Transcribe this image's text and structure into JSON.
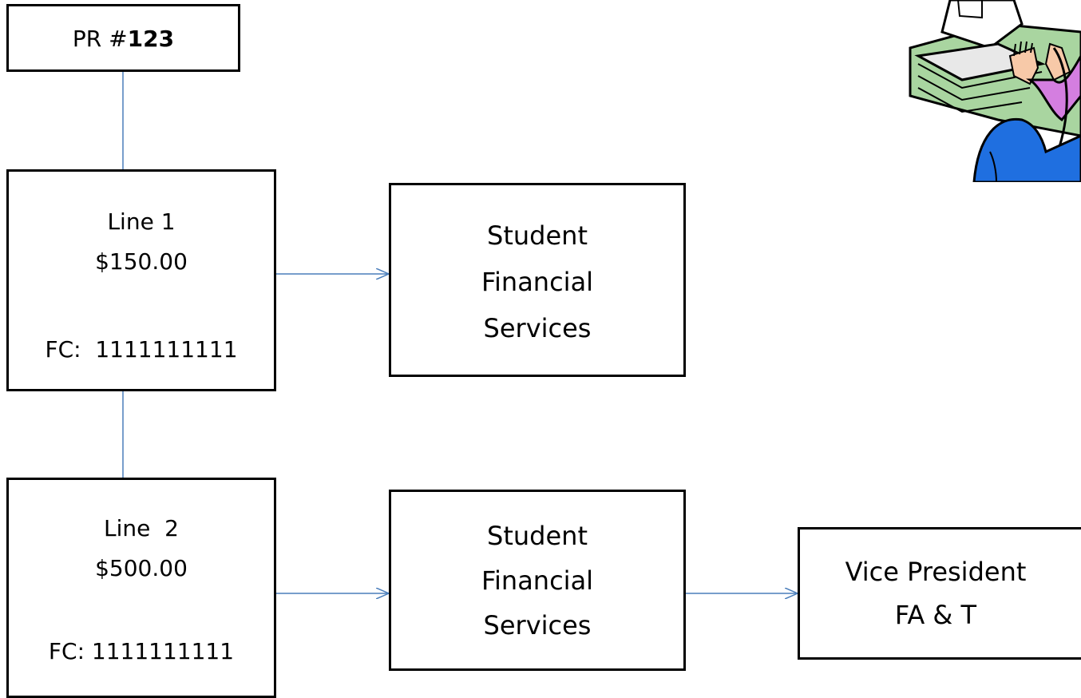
{
  "pr_box": {
    "prefix": "PR #",
    "number": "123"
  },
  "line1": {
    "label": "Line 1",
    "amount": "$150.00",
    "fc": "FC:  1111111111"
  },
  "line2": {
    "label": "Line  2",
    "amount": "$500.00",
    "fc": "FC: 1111111111"
  },
  "sfs_top": {
    "line1": "Student",
    "line2": "Financial",
    "line3": "Services"
  },
  "sfs_bottom": {
    "line1": "Student",
    "line2": "Financial",
    "line3": "Services"
  },
  "vp": {
    "line1": "Vice President",
    "line2": "FA & T"
  },
  "colors": {
    "connector": "#4a7ebb",
    "border": "#000000"
  },
  "icons": {
    "clipart": "person-at-computer-icon"
  }
}
